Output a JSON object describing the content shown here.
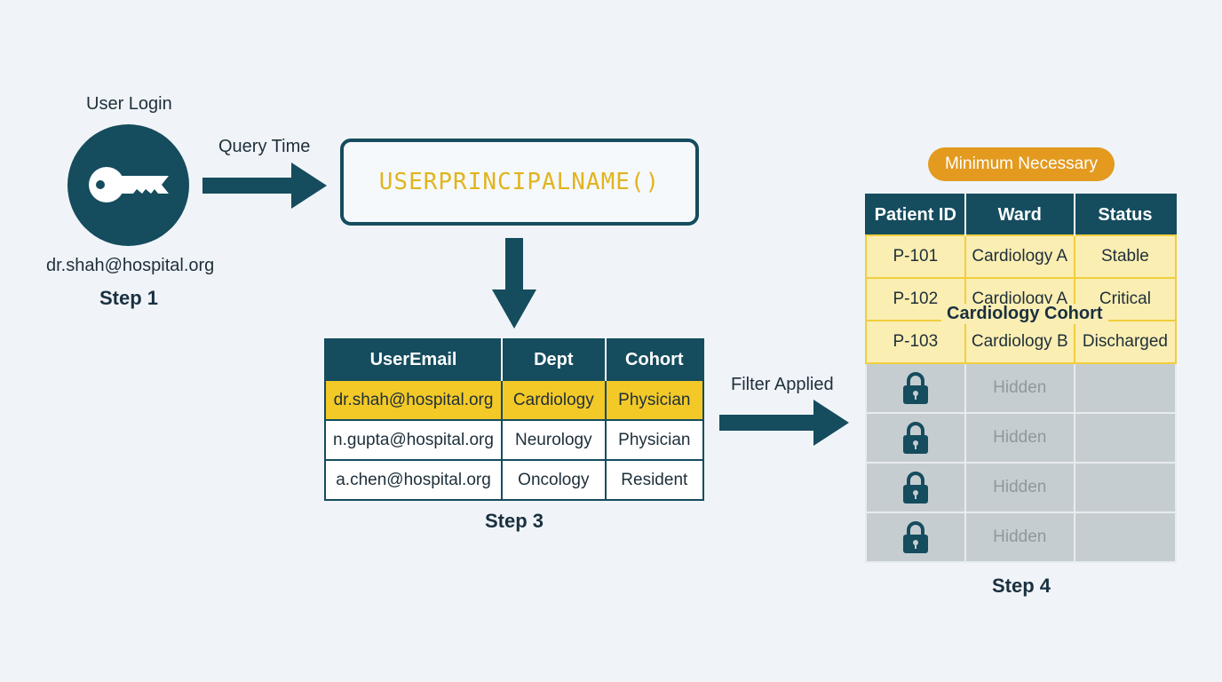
{
  "step1": {
    "title": "User Login",
    "email": "dr.shah@hospital.org",
    "step_label": "Step 1",
    "icon": "key-icon"
  },
  "arrow1_label": "Query Time",
  "function_box": {
    "text": "USERPRINCIPALNAME()"
  },
  "user_table": {
    "headers": [
      "UserEmail",
      "Dept",
      "Cohort"
    ],
    "rows": [
      [
        "dr.shah@hospital.org",
        "Cardiology",
        "Physician"
      ],
      [
        "n.gupta@hospital.org",
        "Neurology",
        "Physician"
      ],
      [
        "a.chen@hospital.org",
        "Oncology",
        "Resident"
      ]
    ],
    "highlighted_row": 0,
    "step_label": "Step 3"
  },
  "arrow2_label": "Filter Applied",
  "patient_table": {
    "badge": "Minimum Necessary",
    "headers": [
      "Patient ID",
      "Ward",
      "Status"
    ],
    "rows": [
      [
        "P-101",
        "Cardiology A",
        "Stable"
      ],
      [
        "P-102",
        "Cardiology A",
        "Critical"
      ],
      [
        "P-103",
        "Cardiology B",
        "Discharged"
      ]
    ],
    "cohort_label": "Cardiology Cohort",
    "hidden_rows": [
      "Hidden",
      "Hidden",
      "Hidden",
      "Hidden"
    ],
    "step_label": "Step 4"
  },
  "colors": {
    "primary": "#154c5e",
    "highlight": "#f3c927",
    "visible_row": "#fbeeb2",
    "hidden_row": "#c6cdd1",
    "badge": "#e39a1f",
    "function_text": "#e1b41e"
  }
}
